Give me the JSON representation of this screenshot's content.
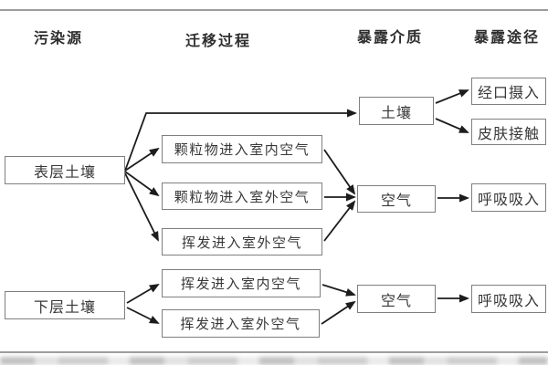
{
  "diagram": {
    "title": "contaminated-site-exposure-pathway-flowchart",
    "headers": {
      "pollution_source": "污染源",
      "migration_process": "迁移过程",
      "exposure_medium": "暴露介质",
      "exposure_pathway": "暴露途径"
    },
    "nodes": {
      "surface_soil": "表层土壤",
      "subsurface_soil": "下层土壤",
      "particulates_indoor_air": "颗粒物进入室内空气",
      "particulates_outdoor_air": "颗粒物进入室外空气",
      "volatilization_outdoor_air_1": "挥发进入室外空气",
      "volatilization_indoor_air": "挥发进入室内空气",
      "volatilization_outdoor_air_2": "挥发进入室外空气",
      "soil_medium": "土壤",
      "air_medium_1": "空气",
      "air_medium_2": "空气",
      "oral_ingestion": "经口摄入",
      "dermal_contact": "皮肤接触",
      "inhalation_1": "呼吸吸入",
      "inhalation_2": "呼吸吸入"
    },
    "edges": [
      {
        "from": "surface_soil",
        "to": "soil_medium"
      },
      {
        "from": "surface_soil",
        "to": "particulates_indoor_air"
      },
      {
        "from": "surface_soil",
        "to": "particulates_outdoor_air"
      },
      {
        "from": "surface_soil",
        "to": "volatilization_outdoor_air_1"
      },
      {
        "from": "particulates_indoor_air",
        "to": "air_medium_1"
      },
      {
        "from": "particulates_outdoor_air",
        "to": "air_medium_1"
      },
      {
        "from": "volatilization_outdoor_air_1",
        "to": "air_medium_1"
      },
      {
        "from": "soil_medium",
        "to": "oral_ingestion"
      },
      {
        "from": "soil_medium",
        "to": "dermal_contact"
      },
      {
        "from": "air_medium_1",
        "to": "inhalation_1"
      },
      {
        "from": "subsurface_soil",
        "to": "volatilization_indoor_air"
      },
      {
        "from": "subsurface_soil",
        "to": "volatilization_outdoor_air_2"
      },
      {
        "from": "volatilization_indoor_air",
        "to": "air_medium_2"
      },
      {
        "from": "volatilization_outdoor_air_2",
        "to": "air_medium_2"
      },
      {
        "from": "air_medium_2",
        "to": "inhalation_2"
      }
    ],
    "colors": {
      "box_border": "#7f7f7f",
      "arrow": "#1c1c1c",
      "text": "#383838",
      "rule": "#9c9c9c",
      "background": "#ffffff"
    }
  }
}
